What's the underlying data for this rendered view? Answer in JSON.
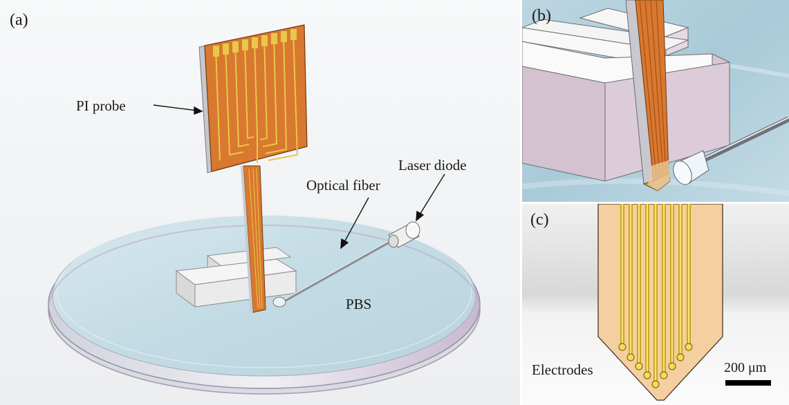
{
  "panels": {
    "a": {
      "letter": "(a)",
      "labels": {
        "pi_probe": "PI probe",
        "optical_fiber": "Optical fiber",
        "laser_diode": "Laser diode",
        "pbs": "PBS"
      }
    },
    "b": {
      "letter": "(b)"
    },
    "c": {
      "letter": "(c)",
      "labels": {
        "electrodes": "Electrodes"
      },
      "scale_bar": "200 μm"
    }
  },
  "colors": {
    "probe_orange": "#d9782f",
    "trace_gold": "#e8c84a",
    "liquid_blue": "#c9dde6",
    "dish_rim": "#b8bcc8",
    "pad_beige": "#f4cfa0"
  }
}
